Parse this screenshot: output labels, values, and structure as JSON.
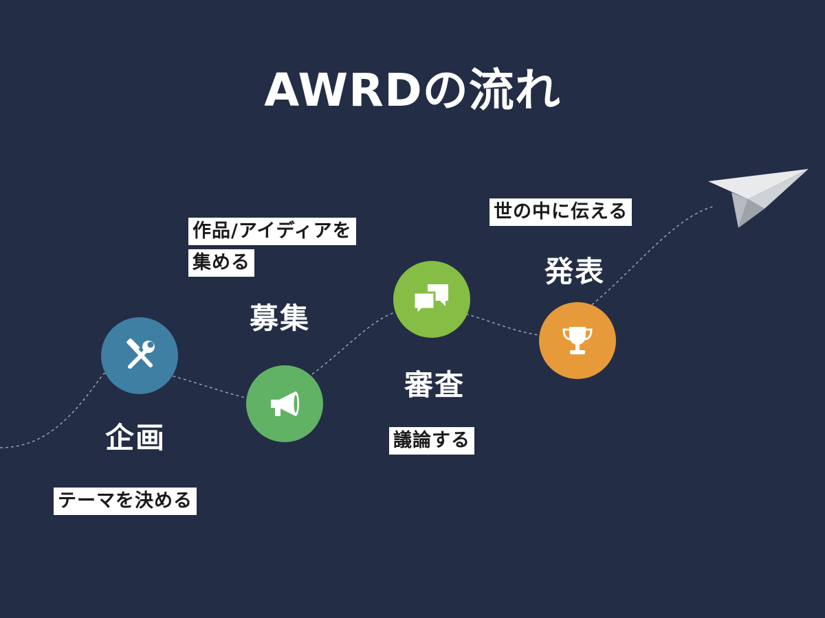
{
  "title": "AWRDの流れ",
  "colors": {
    "background": "#232d45",
    "step1": "#3f7fa3",
    "step2": "#62b265",
    "step3": "#86bd45",
    "step4": "#e79a3a",
    "path": "#9aa2b0"
  },
  "steps": [
    {
      "label": "企画",
      "caption": [
        "テーマを決める"
      ],
      "icon": "tools-icon"
    },
    {
      "label": "募集",
      "caption": [
        "作品/アイディアを",
        "集める"
      ],
      "icon": "megaphone-icon"
    },
    {
      "label": "審査",
      "caption": [
        "議論する"
      ],
      "icon": "chat-bubbles-icon"
    },
    {
      "label": "発表",
      "caption": [
        "世の中に伝える"
      ],
      "icon": "trophy-icon"
    }
  ],
  "end_icon": "paper-plane-icon"
}
